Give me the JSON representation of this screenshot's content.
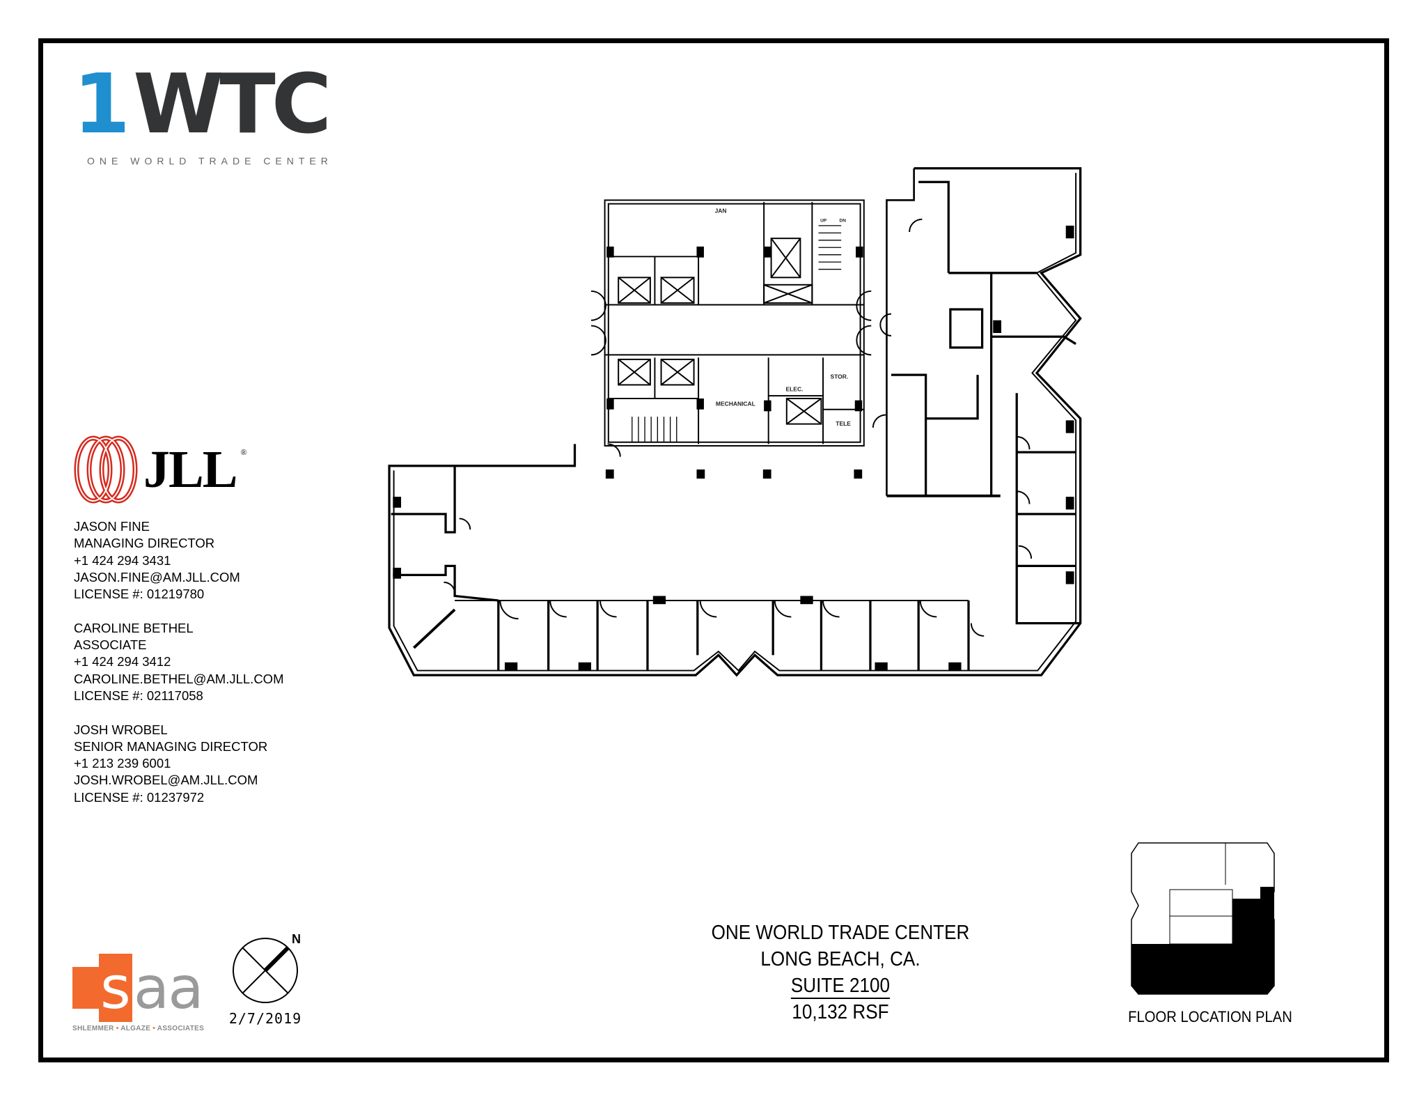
{
  "logos": {
    "wtc": {
      "main_one": "1",
      "main_rest": "WTC",
      "subtitle": "ONE WORLD TRADE CENTER",
      "colors": {
        "one": "#1f8fcf",
        "rest": "#333436"
      }
    },
    "jll": {
      "text": "JLL",
      "registered": "®",
      "color": "#d52b1e"
    },
    "saa": {
      "letters_s": "s",
      "letters_aa": "aa",
      "subtitle_parts": [
        "SHLEMMER",
        "ALGAZE",
        "ASSOCIATES"
      ],
      "dot": "•",
      "color": "#f26a2e"
    }
  },
  "contacts": [
    {
      "name": "JASON FINE",
      "title": "MANAGING DIRECTOR",
      "phone": "+1 424 294 3431",
      "email": "JASON.FINE@AM.JLL.COM",
      "license": "LICENSE #: 01219780"
    },
    {
      "name": "CAROLINE BETHEL",
      "title": "ASSOCIATE",
      "phone": "+1 424 294 3412",
      "email": "CAROLINE.BETHEL@AM.JLL.COM",
      "license": "LICENSE #: 02117058"
    },
    {
      "name": "JOSH WROBEL",
      "title": "SENIOR MANAGING DIRECTOR",
      "phone": "+1 213 239 6001",
      "email": "JOSH.WROBEL@AM.JLL.COM",
      "license": "LICENSE #: 01237972"
    }
  ],
  "compass": {
    "north_label": "N",
    "icon": "north-arrow-icon"
  },
  "date": "2/7/2019",
  "title_block": {
    "building": "ONE WORLD TRADE CENTER",
    "city": "LONG BEACH, CA.",
    "suite": "SUITE 2100",
    "area": "10,132 RSF"
  },
  "floor_plan": {
    "rooms": {
      "jan": "JAN",
      "mechanical": "MECHANICAL",
      "elec": "ELEC.",
      "stor": "STOR.",
      "tele": "TELE",
      "up": "UP",
      "dn": "DN"
    }
  },
  "floor_location_plan": {
    "label": "FLOOR LOCATION PLAN"
  }
}
